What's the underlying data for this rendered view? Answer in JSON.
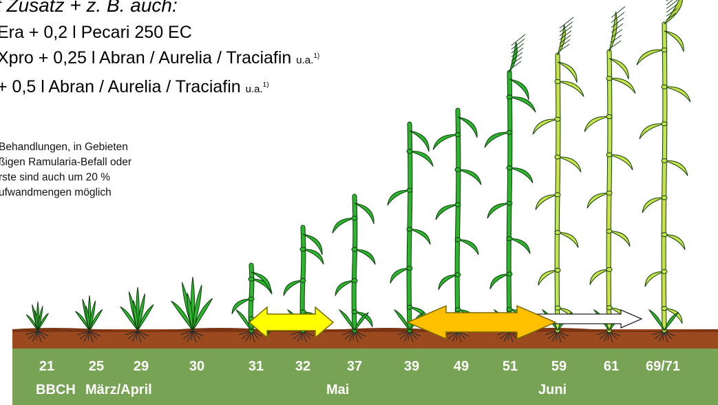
{
  "header": {
    "title": "t Zusatz + z. B. auch:",
    "products": [
      {
        "main": "Era + 0,2 l Pecari 250 EC",
        "suffix": ""
      },
      {
        "main": "Xpro + 0,25 l Abran / Aurelia / Traciafin",
        "suffix": "u.a.",
        "sup": "1)"
      },
      {
        "main": "+ 0,5 l Abran / Aurelia / Traciafin",
        "suffix": "u.a.",
        "sup": "1)"
      }
    ]
  },
  "note": {
    "lines": [
      "Behandlungen, in Gebieten",
      "ßigen Ramularia-Befall oder",
      "rste sind auch um 20 %",
      "ufwandmengen möglich"
    ]
  },
  "stages": [
    "21",
    "25",
    "29",
    "30",
    "31",
    "32",
    "37",
    "39",
    "49",
    "51",
    "59",
    "61",
    "69/71"
  ],
  "timeline": {
    "bbch_label": "BBCH",
    "months": [
      "März/April",
      "Mai",
      "Juni"
    ]
  },
  "arrows": {
    "colors": {
      "first": "#ffff00",
      "second": "#ffc000",
      "outline": "#7a6a00",
      "white": "#ffffff"
    }
  },
  "colors": {
    "soil": "#9a4a1e",
    "bar": "#78a355",
    "plant_green": "#2db52d",
    "plant_yellow": "#c8e24a"
  }
}
